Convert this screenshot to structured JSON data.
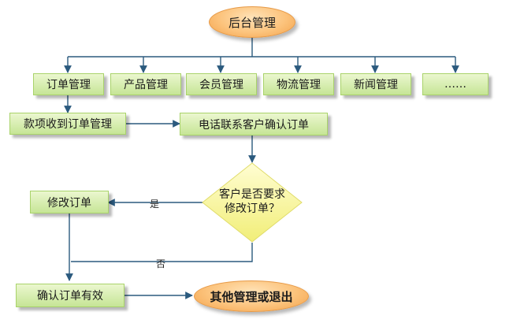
{
  "start": "后台管理",
  "modules": [
    "订单管理",
    "产品管理",
    "会员管理",
    "物流管理",
    "新闻管理",
    "……"
  ],
  "step_receive": "款项收到订单管理",
  "step_call": "电话联系客户确认订单",
  "decision": {
    "line1": "客户是否要求",
    "line2": "修改订单？"
  },
  "yes_label": "是",
  "no_label": "否",
  "step_modify": "修改订单",
  "step_confirm": "确认订单有效",
  "end": "其他管理或退出",
  "colors": {
    "box_fill": "#cfe9a4",
    "box_border": "#a9d36a",
    "oval_fill": "#fcc37c",
    "diamond_fill": "#f7f59a",
    "line": "#2b5a7e"
  }
}
